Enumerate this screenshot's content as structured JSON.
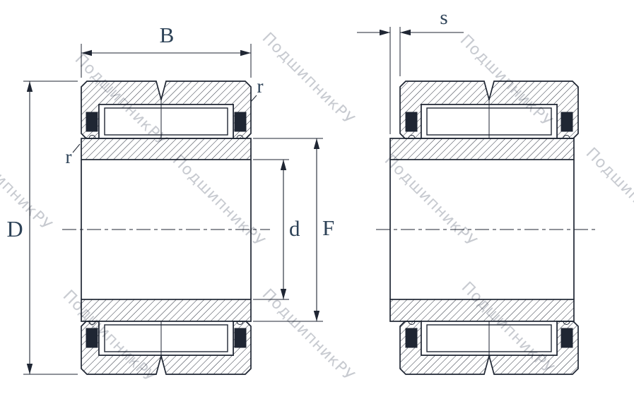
{
  "labels": {
    "B": "B",
    "s": "s",
    "D": "D",
    "d": "d",
    "F": "F",
    "r_outer": "r",
    "r_inner": "r"
  },
  "watermark": {
    "text": "ПодшипникРУ"
  },
  "colors": {
    "line": "#1f2633",
    "label": "#2d4257",
    "watermark": "#c7cad0",
    "background": "#ffffff"
  }
}
